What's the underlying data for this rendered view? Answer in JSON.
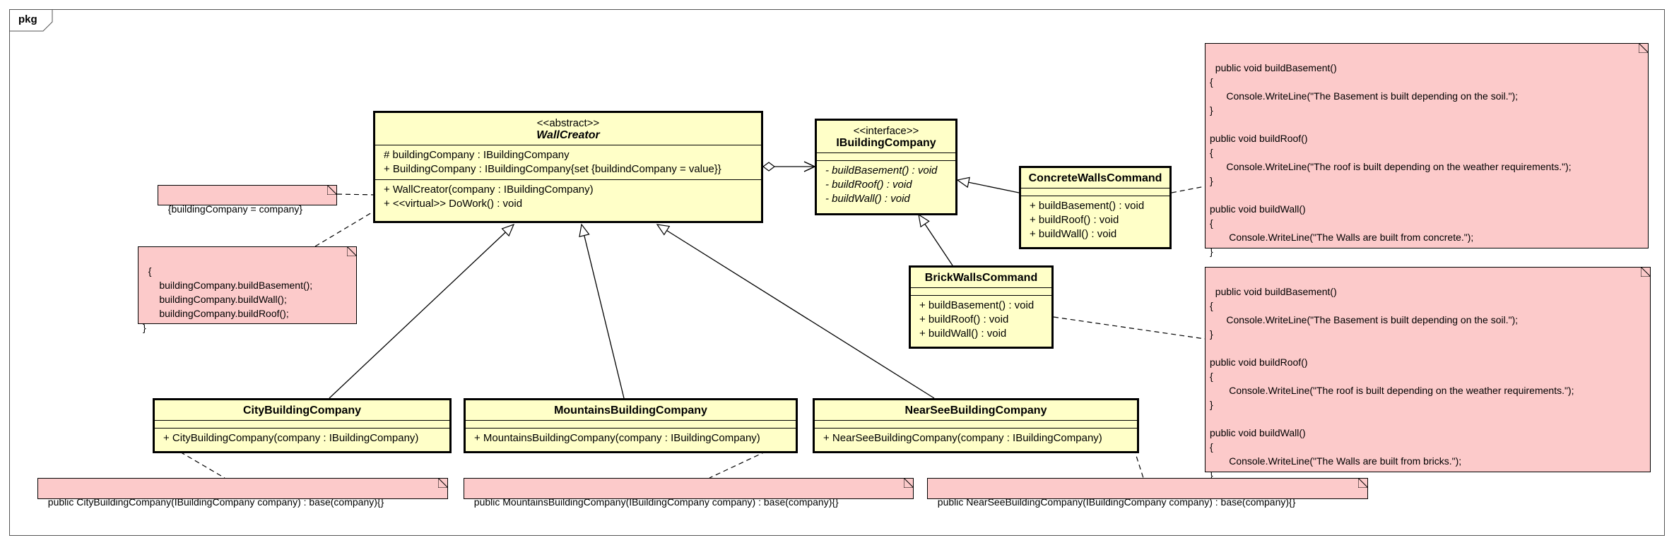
{
  "package": {
    "label": "pkg"
  },
  "classes": {
    "wall_creator": {
      "stereotype": "<<abstract>>",
      "name": "WallCreator",
      "attributes": [
        "# buildingCompany : IBuildingCompany",
        "+ BuildingCompany : IBuildingCompany{set {buildindCompany = value}}"
      ],
      "operations": [
        "+ WallCreator(company : IBuildingCompany)",
        "+ <<virtual>> DoWork() : void"
      ]
    },
    "ibuilding_company": {
      "stereotype": "<<interface>>",
      "name": "IBuildingCompany",
      "operations": [
        "- buildBasement() : void",
        "- buildRoof() : void",
        "- buildWall() : void"
      ]
    },
    "concrete_walls": {
      "name": "ConcreteWallsCommand",
      "operations": [
        "+ buildBasement() : void",
        "+ buildRoof() : void",
        "+ buildWall() : void"
      ]
    },
    "brick_walls": {
      "name": "BrickWallsCommand",
      "operations": [
        "+ buildBasement() : void",
        "+ buildRoof() : void",
        "+ buildWall() : void"
      ]
    },
    "city": {
      "name": "CityBuildingCompany",
      "operations": [
        "+ CityBuildingCompany(company : IBuildingCompany)"
      ]
    },
    "mountains": {
      "name": "MountainsBuildingCompany",
      "operations": [
        "+ MountainsBuildingCompany(company : IBuildingCompany)"
      ]
    },
    "nearsee": {
      "name": "NearSeeBuildingCompany",
      "operations": [
        "+ NearSeeBuildingCompany(company : IBuildingCompany)"
      ]
    }
  },
  "notes": {
    "constructor_body": "{buildingCompany = company}",
    "dowork_body": "{\n      buildingCompany.buildBasement();\n      buildingCompany.buildWall();\n      buildingCompany.buildRoof();\n}",
    "concrete_impl": "public void buildBasement()\n{\n      Console.WriteLine(\"The Basement is built depending on the soil.\");\n}\n\npublic void buildRoof()\n{\n      Console.WriteLine(\"The roof is built depending on the weather requirements.\");\n}\n\npublic void buildWall()\n{\n       Console.WriteLine(\"The Walls are built from concrete.\");\n}",
    "brick_impl": "public void buildBasement()\n{\n      Console.WriteLine(\"The Basement is built depending on the soil.\");\n}\n\npublic void buildRoof()\n{\n       Console.WriteLine(\"The roof is built depending on the weather requirements.\");\n}\n\npublic void buildWall()\n{\n       Console.WriteLine(\"The Walls are built from bricks.\");\n}",
    "city_ctor": "public CityBuildingCompany(IBuildingCompany company) : base(company){}",
    "mountains_ctor": "public MountainsBuildingCompany(IBuildingCompany company) : base(company){}",
    "nearsee_ctor": "public NearSeeBuildingCompany(IBuildingCompany company) : base(company){}"
  }
}
